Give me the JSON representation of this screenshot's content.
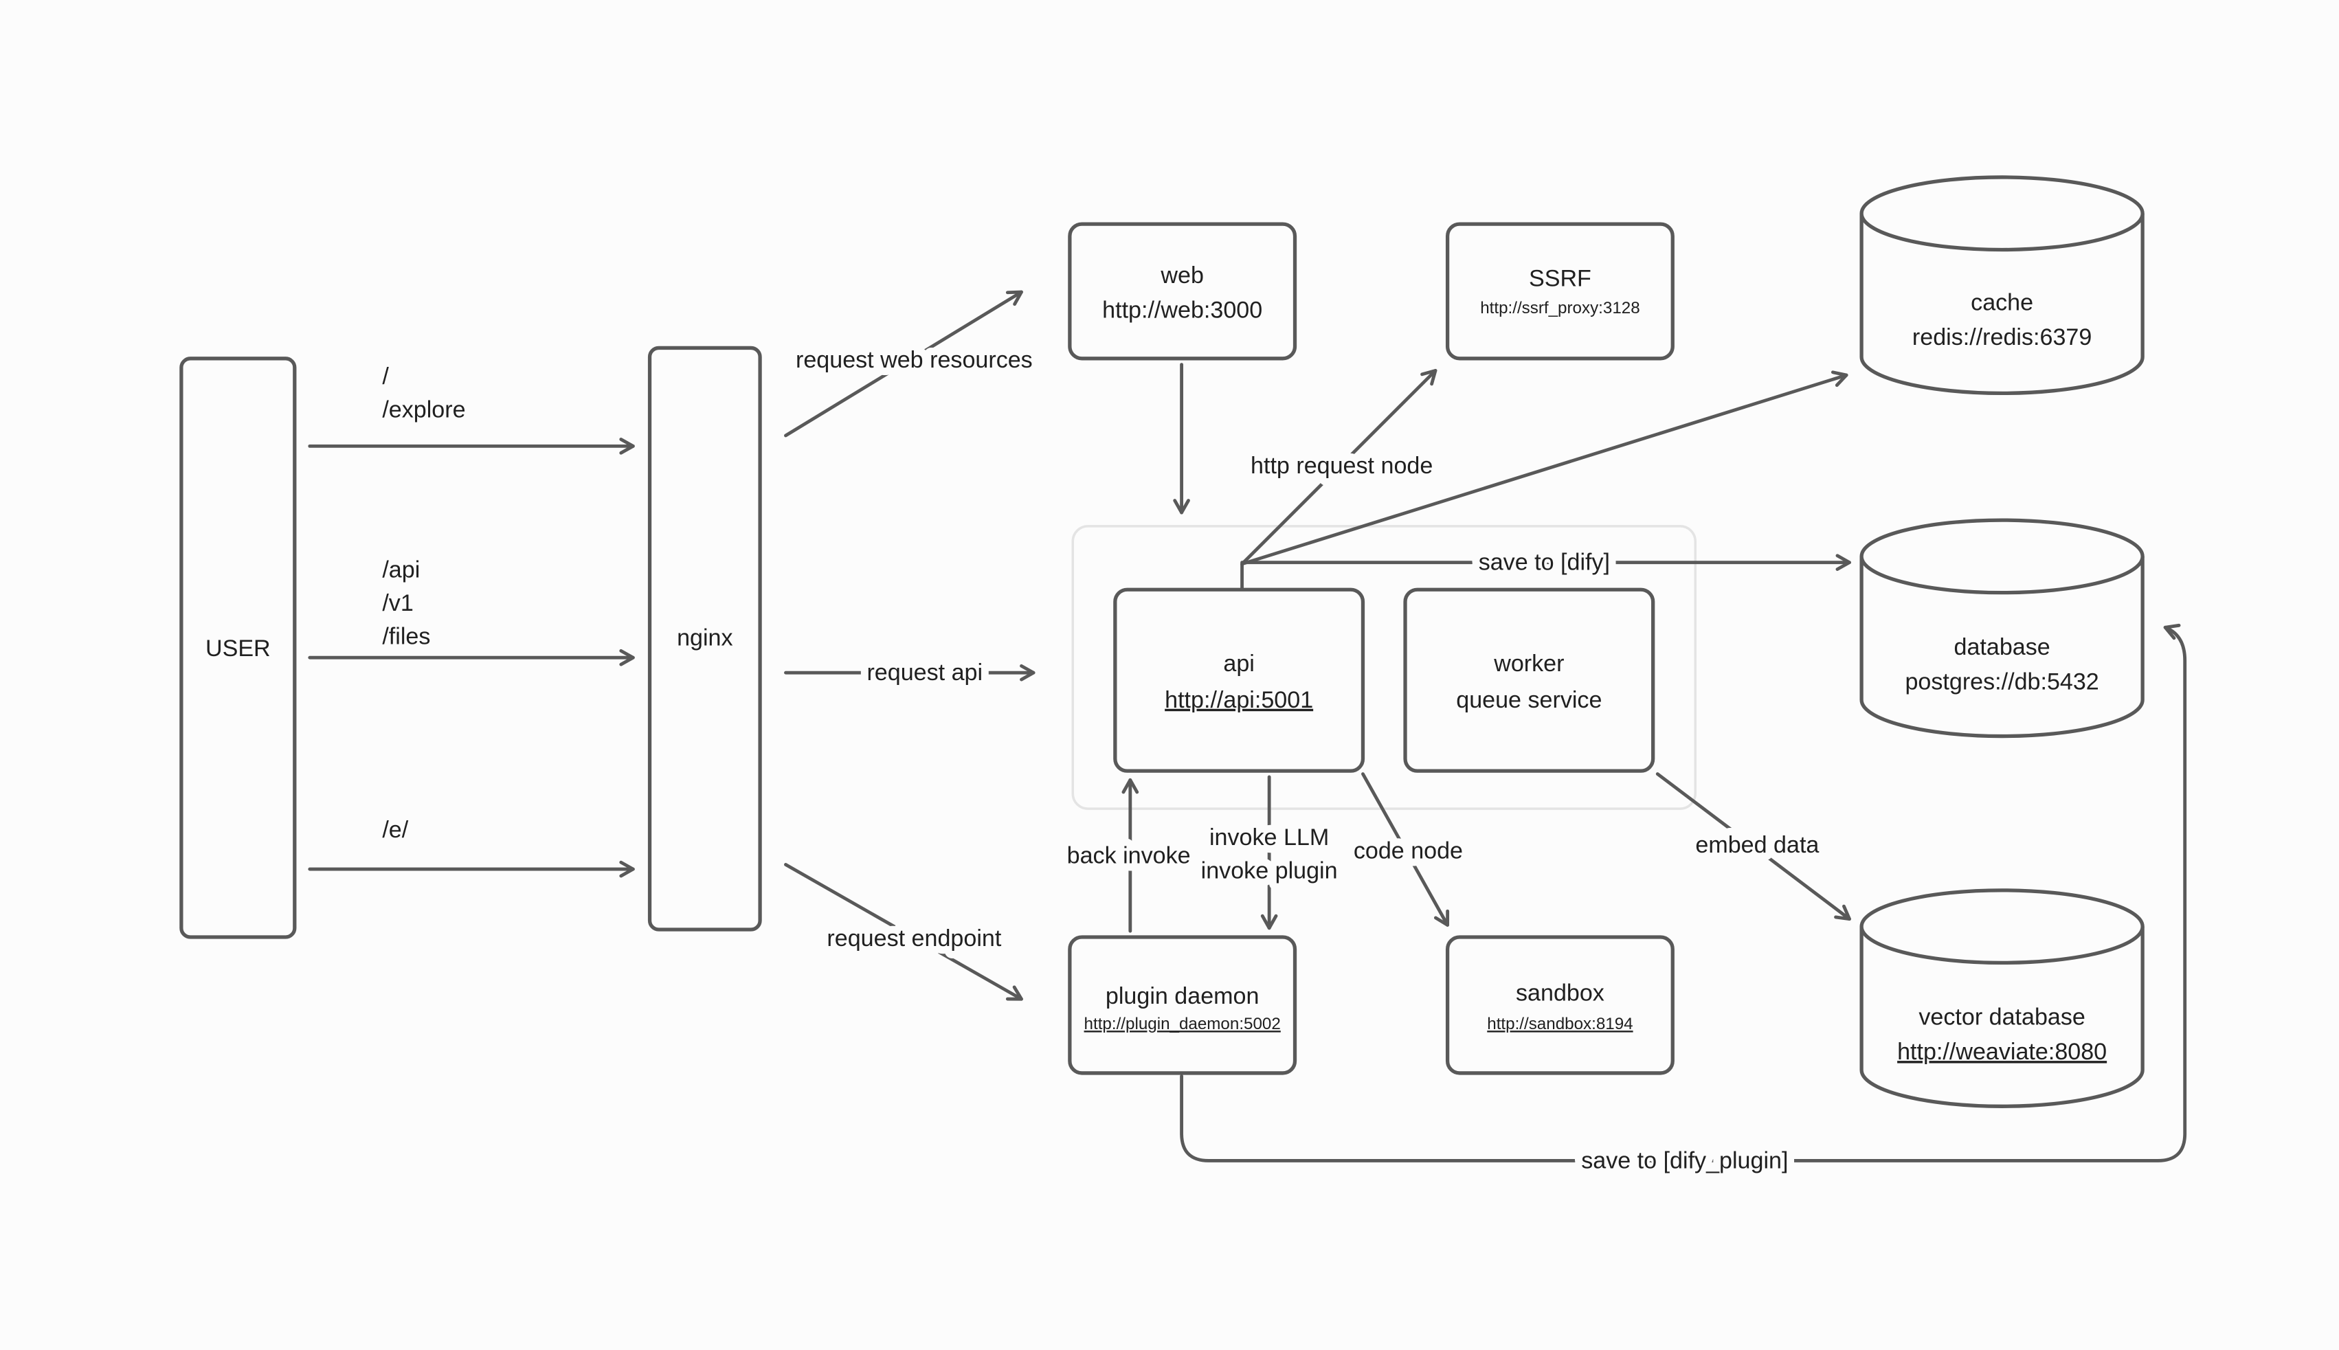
{
  "colors": {
    "background": "#fcfcfc",
    "stroke": "#595959",
    "text": "#202020",
    "cluster_border": "#e4e4e4"
  },
  "nodes": {
    "user": {
      "label": "USER"
    },
    "nginx": {
      "label": "nginx"
    },
    "web": {
      "title": "web",
      "url": "http://web:3000"
    },
    "ssrf": {
      "title": "SSRF",
      "url": "http://ssrf_proxy:3128"
    },
    "cache": {
      "title": "cache",
      "url": "redis://redis:6379"
    },
    "api": {
      "title": "api",
      "url": "http://api:5001"
    },
    "worker": {
      "title": "worker",
      "subtitle": "queue service"
    },
    "database": {
      "title": "database",
      "url": "postgres://db:5432"
    },
    "plugin_daemon": {
      "title": "plugin daemon",
      "url": "http://plugin_daemon:5002"
    },
    "sandbox": {
      "title": "sandbox",
      "url": "http://sandbox:8194"
    },
    "vector_database": {
      "title": "vector database",
      "url": "http://weaviate:8080"
    }
  },
  "routes": {
    "web": [
      "/",
      "/explore"
    ],
    "api": [
      "/api",
      "/v1",
      "/files"
    ],
    "endpoint": [
      "/e/"
    ]
  },
  "edges": {
    "request_web": "request web resources",
    "request_api": "request api",
    "request_endpoint": "request endpoint",
    "http_request_node": "http request node",
    "save_to_dify": "save to [dify]",
    "back_invoke": "back invoke",
    "invoke_llm": "invoke LLM",
    "invoke_plugin": "invoke plugin",
    "code_node": "code node",
    "embed_data": "embed data",
    "save_to_dify_plugin": "save to [dify_plugin]"
  }
}
